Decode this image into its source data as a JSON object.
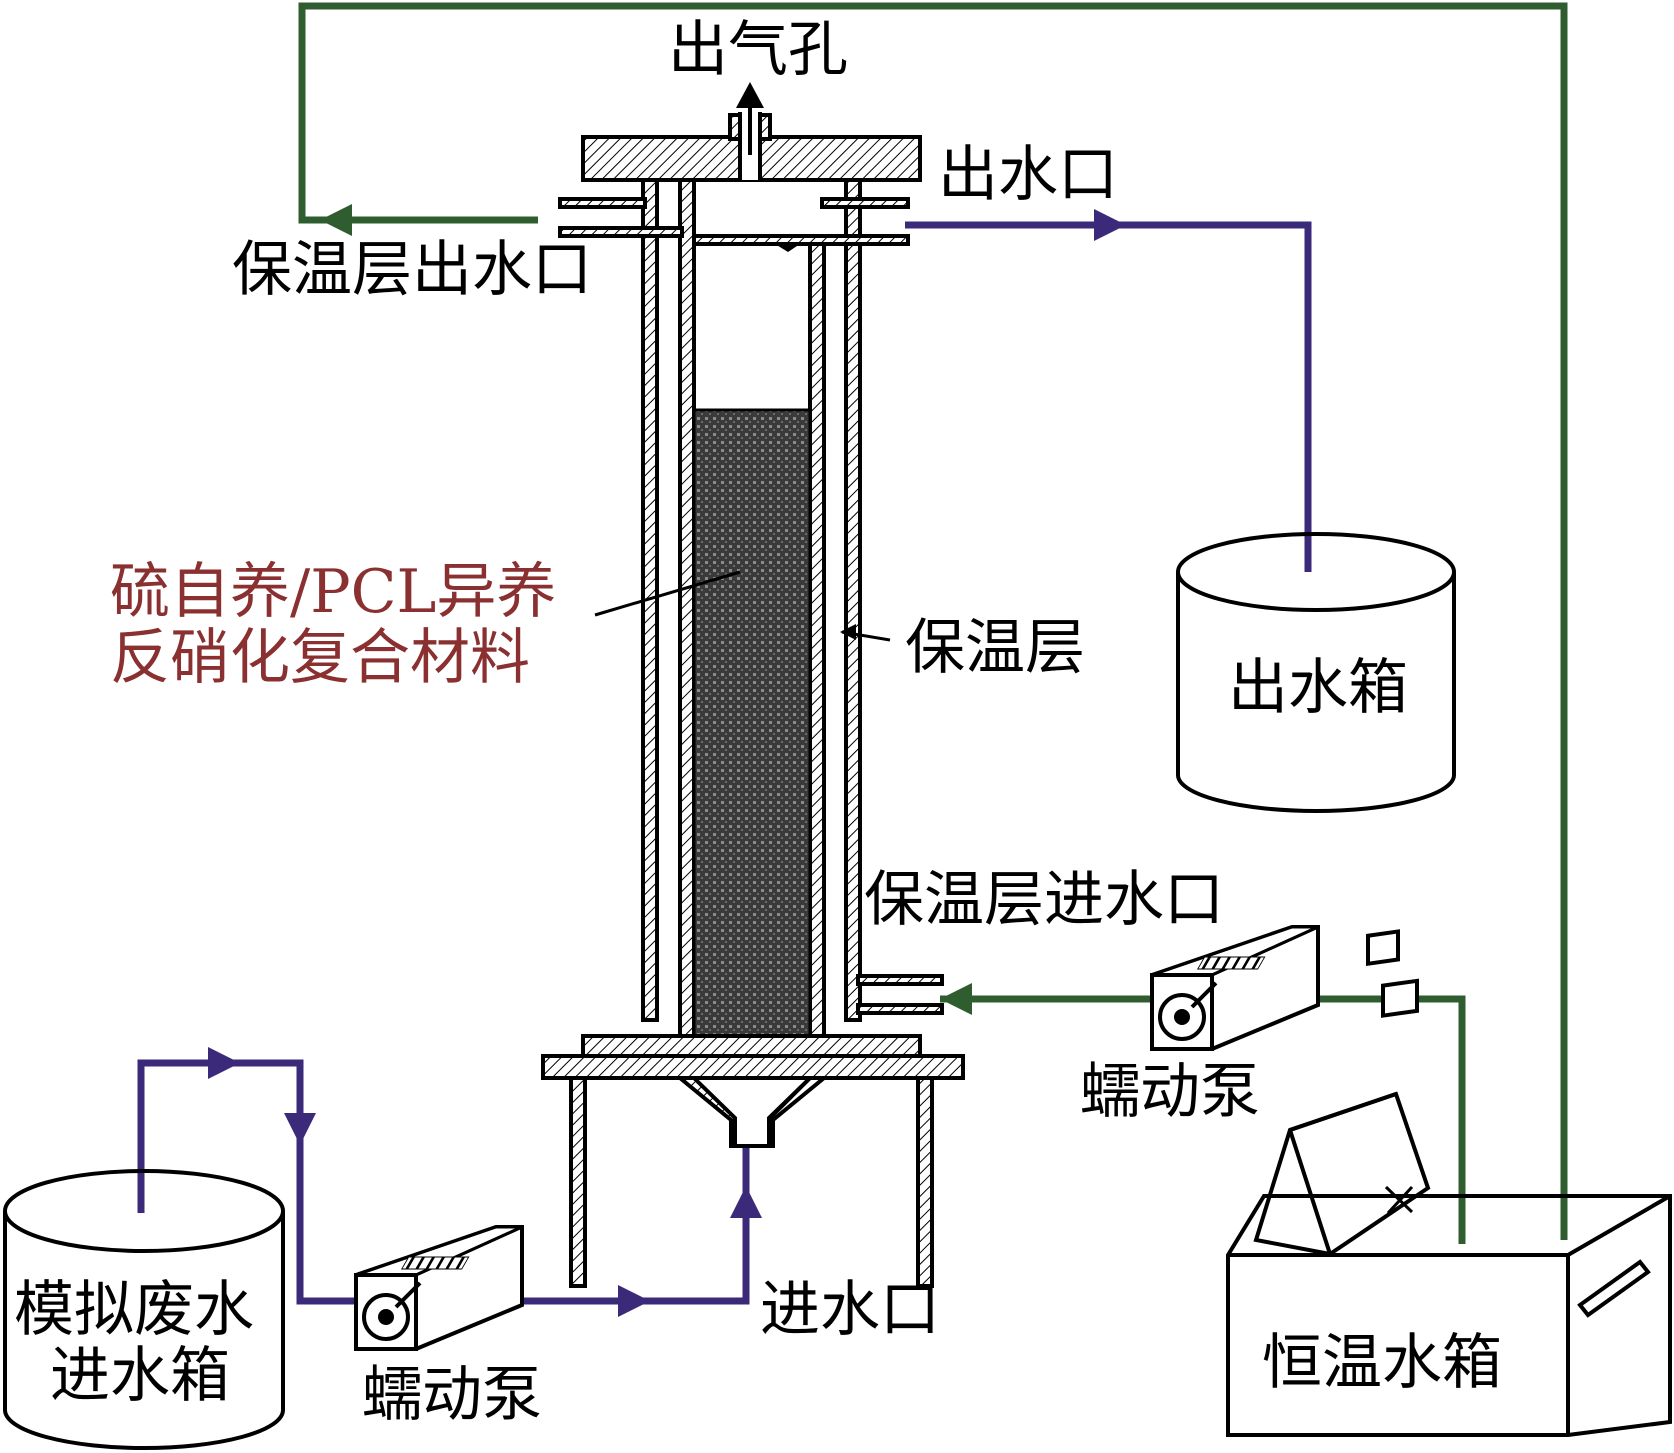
{
  "labels": {
    "gas_outlet": "出气孔",
    "water_outlet": "出水口",
    "jacket_outlet": "保温层出水口",
    "composite_line1": "硫自养/PCL异养",
    "composite_line2": "反硝化复合材料",
    "jacket": "保温层",
    "effluent_tank": "出水箱",
    "jacket_inlet": "保温层进水口",
    "pump_right": "蠕动泵",
    "pump_left": "蠕动泵",
    "water_inlet": "进水口",
    "influent_tank_line1": "模拟废水",
    "influent_tank_line2": "进水箱",
    "thermostat_tank": "恒温水箱"
  },
  "colors": {
    "influent_pipe": "#3b2a7a",
    "circulation_pipe": "#2f5d2f",
    "composite_label": "#8b3030"
  },
  "icons": {
    "pump": "peristaltic-pump-icon",
    "thermostat": "thermostatic-water-bath-icon"
  }
}
